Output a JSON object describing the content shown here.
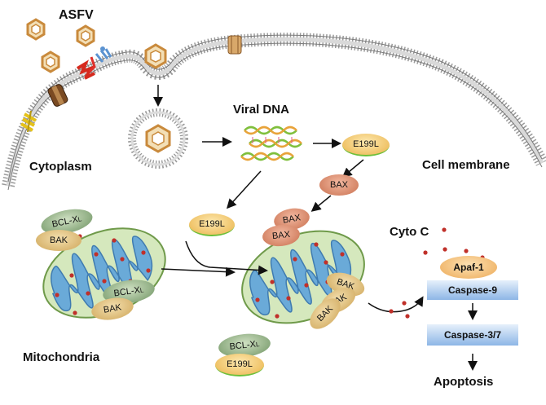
{
  "labels": {
    "asfv": "ASFV",
    "viral_dna": "Viral DNA",
    "cytoplasm": "Cytoplasm",
    "cell_membrane": "Cell membrane",
    "mitochondria": "Mitochondria",
    "cyto_c": "Cyto C",
    "apoptosis": "Apoptosis"
  },
  "proteins": {
    "e199l": "E199L",
    "bax": "BAX",
    "bak": "BAK",
    "bcl_x": "BCL-X",
    "bcl_sub": "L",
    "apaf1": "Apaf-1",
    "caspase9": "Caspase-9",
    "caspase37": "Caspase-3/7"
  },
  "colors": {
    "membrane": "#9a9a9a",
    "mito_outer": "#cfe4b4",
    "mito_inner": "#6aaad8",
    "red_dot": "#c0302a",
    "capsid": "#c98a3c",
    "caspase": "#a6c8ee",
    "e199l": "#f3c46a",
    "bax": "#d98a6e",
    "bak": "#ddc07e",
    "bcl": "#8fb07e"
  }
}
